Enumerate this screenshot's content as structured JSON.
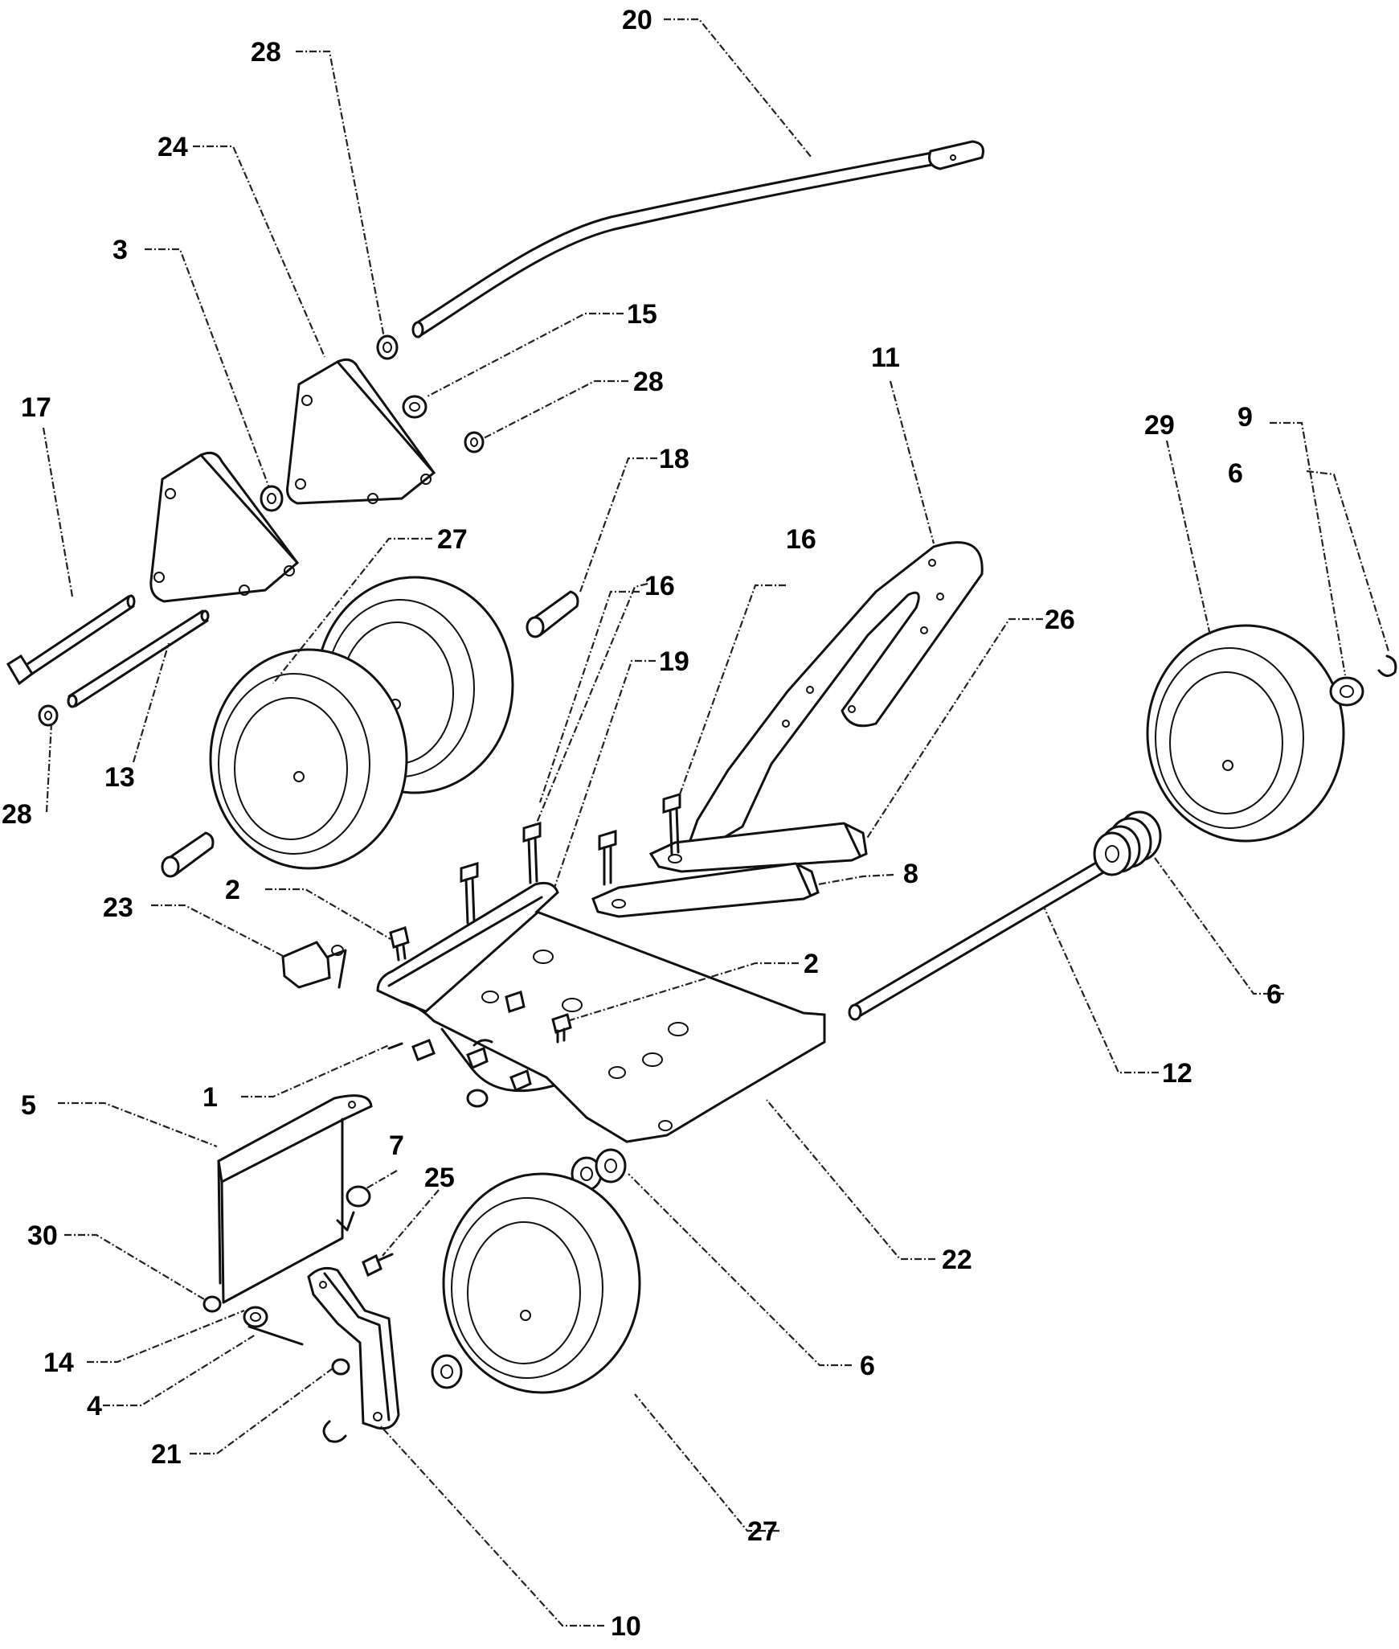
{
  "callouts": [
    "20",
    "28",
    "24",
    "3",
    "15",
    "28",
    "11",
    "17",
    "18",
    "29",
    "9",
    "6",
    "27",
    "16",
    "16",
    "26",
    "19",
    "13",
    "28",
    "2",
    "23",
    "8",
    "2",
    "6",
    "12",
    "1",
    "5",
    "7",
    "25",
    "22",
    "30",
    "14",
    "4",
    "6",
    "21",
    "27",
    "10"
  ]
}
